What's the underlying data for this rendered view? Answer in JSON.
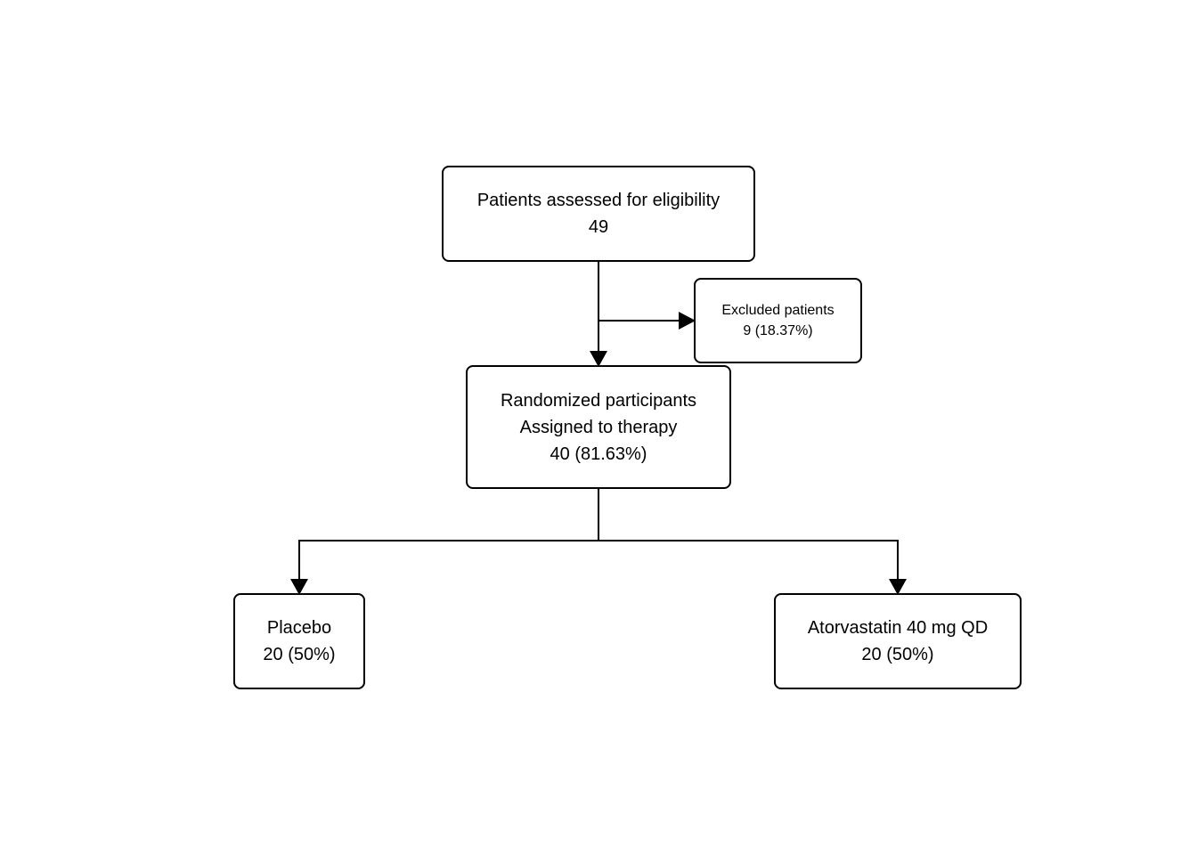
{
  "flowchart": {
    "assessed": {
      "label": "Patients assessed for eligibility",
      "count": "49"
    },
    "excluded": {
      "label": "Excluded patients",
      "count": "9 (18.37%)"
    },
    "randomized": {
      "label_line1": "Randomized participants",
      "label_line2": "Assigned to therapy",
      "count": "40 (81.63%)"
    },
    "placebo": {
      "label": "Placebo",
      "count": "20 (50%)"
    },
    "atorvastatin": {
      "label": "Atorvastatin 40 mg QD",
      "count": "20 (50%)"
    }
  },
  "colors": {
    "line": "#000000",
    "box_border": "#000000",
    "background": "#ffffff"
  }
}
